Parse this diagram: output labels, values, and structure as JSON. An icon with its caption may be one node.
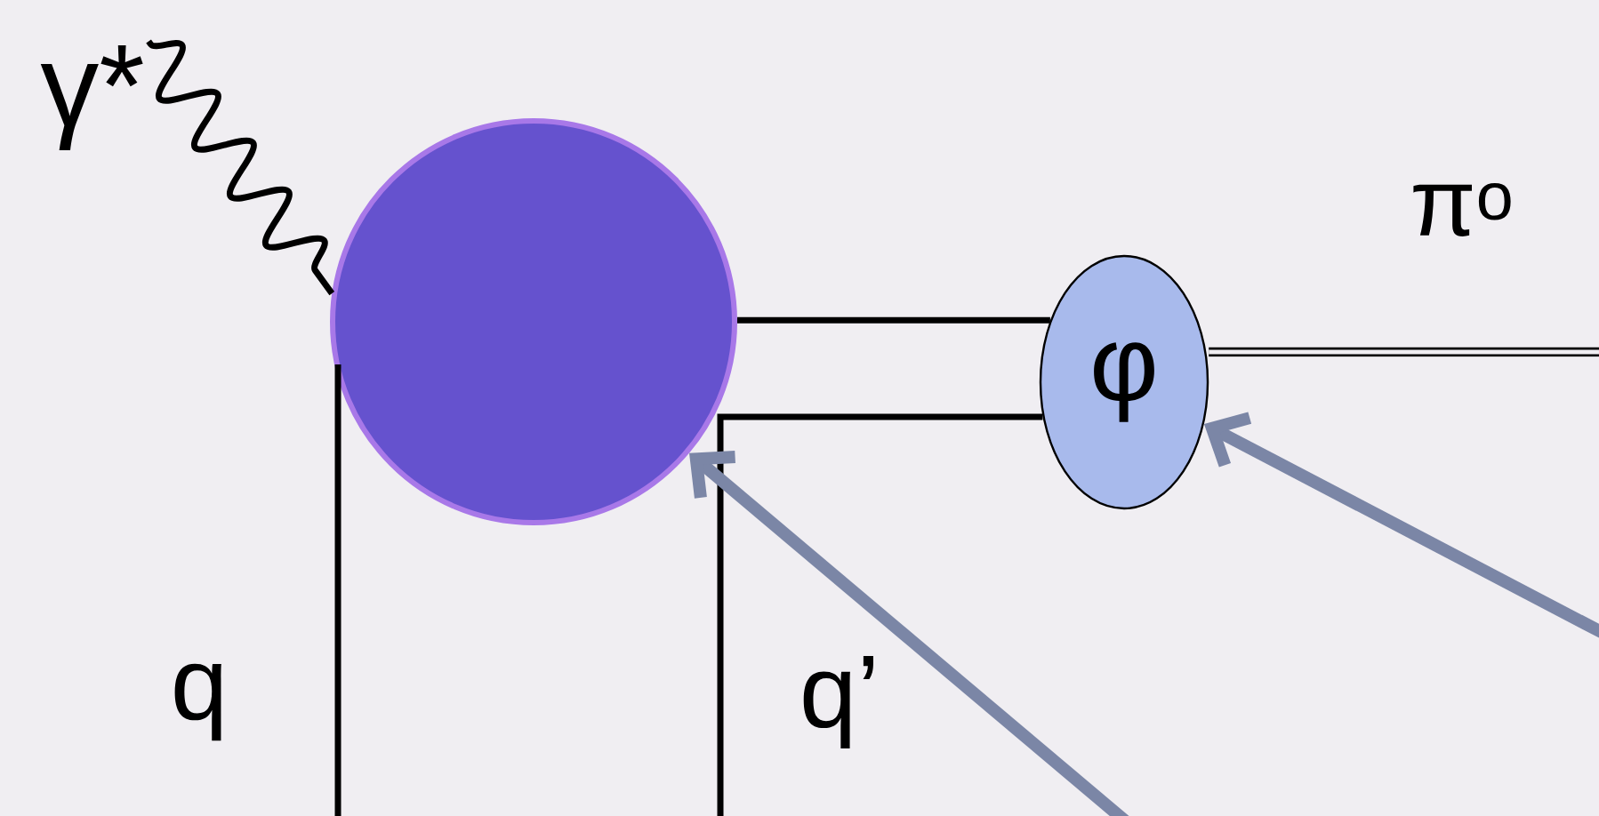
{
  "diagram": {
    "nodes": [
      {
        "text": [
          "γ*"
        ]
      },
      {
        "text": [],
        "shape": "circle"
      },
      {
        "text": [
          "φ"
        ]
      }
    ],
    "edges": [
      {
        "from": 0,
        "to": 1,
        "arrow": "none"
      },
      {
        "from": 1,
        "to": 2,
        "arrow": "none"
      },
      {
        "from": null,
        "to": 2,
        "arrow": "none"
      },
      {
        "from": null,
        "to": 1,
        "arrow": "none"
      },
      {
        "from": 2,
        "to": null,
        "arrow": "none",
        "label": "π$^{o}$"
      },
      {
        "from": null,
        "to": 1,
        "arrow": "to",
        "style": "thick",
        "color": "#7b86a6"
      },
      {
        "from": null,
        "to": 2,
        "arrow": "to",
        "style": "thick",
        "color": "#7b86a6"
      }
    ],
    "labels": [
      "q",
      "q’"
    ]
  }
}
